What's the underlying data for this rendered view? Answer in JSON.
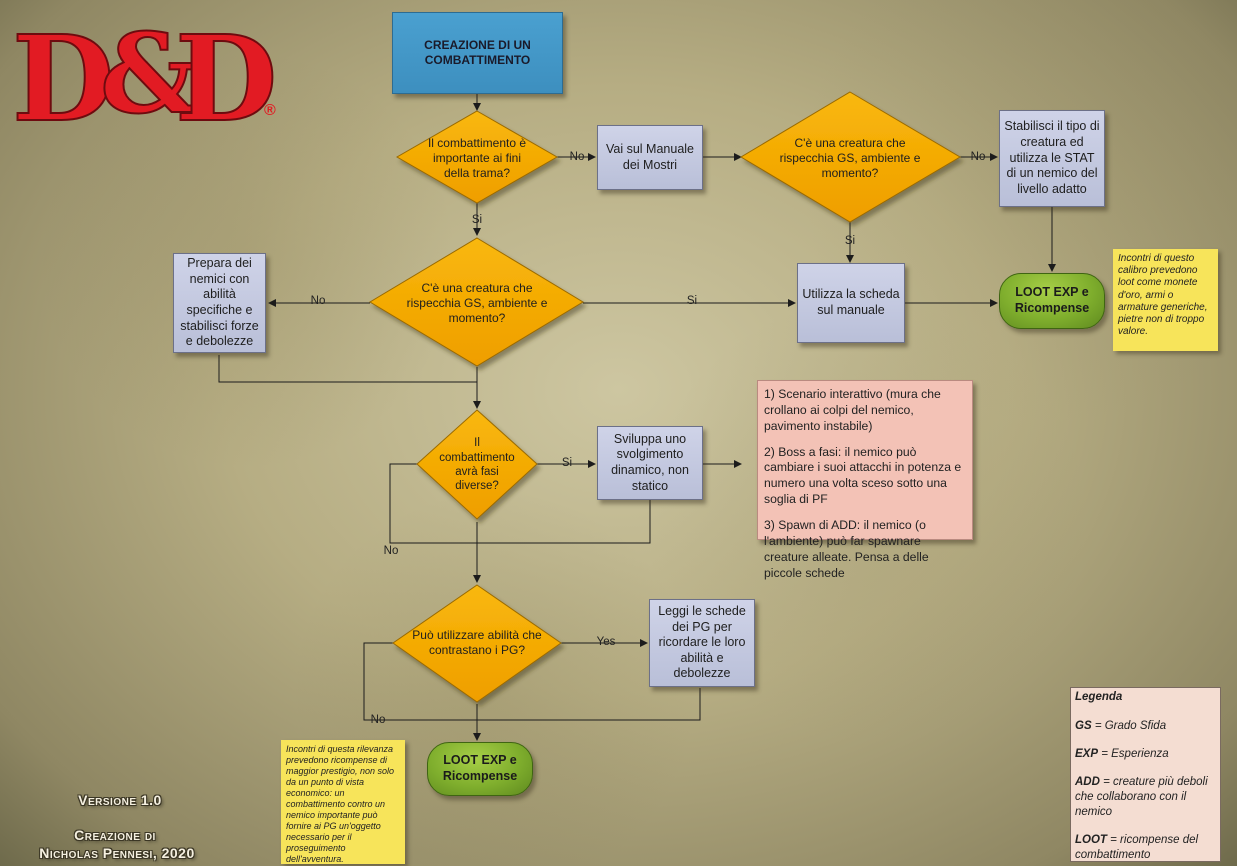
{
  "colors": {
    "start": "#3d8fbf",
    "decision": "#f5a800",
    "process": "#c4c8e0",
    "terminal": "#7fae2d",
    "note": "#f7e45a",
    "ideas": "#f3c2b6",
    "logo": "#e21b23"
  },
  "logo": {
    "text": "D&D",
    "icon": "dragon-ampersand-logo",
    "registered": "®"
  },
  "nodes": {
    "start": "CREAZIONE DI UN COMBATTIMENTO",
    "d_plot": "Il combattimento è importante ai fini della trama?",
    "p_manual": "Vai sul Manuale dei Mostri",
    "d_creature_top": "C'è una creatura che rispecchia GS, ambiente e momento?",
    "p_stat": "Stabilisci il tipo di creatura ed utilizza le STAT di un nemico del livello adatto",
    "d_creature_mid": "C'è una creatura che rispecchia GS, ambiente e momento?",
    "p_prepare": "Prepara dei nemici con abilità specifiche e stabilisci forze e debolezze",
    "p_use_sheet": "Utilizza la scheda sul manuale",
    "t_loot_top": "LOOT EXP e Ricompense",
    "d_phases": "Il combattimento avrà fasi diverse?",
    "p_dynamic": "Sviluppa uno svolgimento dinamico, non statico",
    "d_abilities": "Può utilizzare abilità che contrastano i PG?",
    "p_read_sheets": "Leggi le schede dei PG per ricordare le loro abilità e debolezze",
    "t_loot_bottom": "LOOT EXP e Ricompense"
  },
  "edges": {
    "no": "No",
    "si": "Si",
    "yes": "Yes"
  },
  "ideas": [
    "1) Scenario interattivo (mura che crollano ai colpi del nemico, pavimento instabile)",
    "2) Boss a fasi: il nemico può cambiare i suoi attacchi in potenza e numero una volta sceso sotto una soglia di PF",
    "3) Spawn di ADD: il nemico (o l'ambiente) può far spawnare creature alleate. Pensa a delle piccole schede"
  ],
  "notes": {
    "minor": "Incontri di questo calibro prevedono loot come monete d'oro, armi o armature generiche, pietre non di troppo valore.",
    "major": "Incontri di questa rilevanza prevedono ricompense di maggior prestigio, non solo da un punto di vista economico: un combattimento contro un nemico importante può fornire ai PG un'oggetto necessario per il proseguimento dell'avventura."
  },
  "legend": {
    "title": "Legenda",
    "items": [
      {
        "term": "GS",
        "def": " = Grado Sfida"
      },
      {
        "term": "EXP",
        "def": " = Esperienza"
      },
      {
        "term": "ADD",
        "def": " = creature più deboli che collaborano con il nemico"
      },
      {
        "term": "LOOT",
        "def": " = ricompense del combattimento"
      }
    ]
  },
  "credits": {
    "version": "Versione 1.0",
    "created_by": "Creazione di",
    "author": "Nicholas Pennesi, 2020"
  }
}
